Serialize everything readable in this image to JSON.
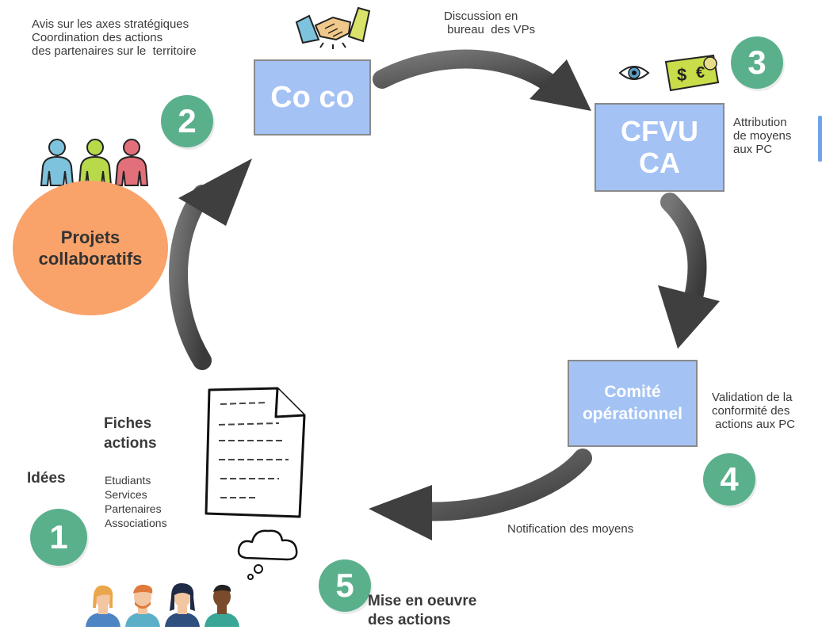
{
  "texts": {
    "avis": "Avis sur les axes stratégiques\nCoordination des actions\ndes partenaires sur le  territoire",
    "discussion": "Discussion en\n bureau  des VPs",
    "attribution": "Attribution\nde moyens\naux PC",
    "validation": "Validation de la\nconformité des\n actions aux PC",
    "notification": "Notification des moyens",
    "fiches": "Fiches\nactions",
    "idees": "Idées",
    "participants": "Etudiants\nServices\nPartenaires\nAssociations",
    "mise": "Mise en oeuvre\ndes actions"
  },
  "boxes": {
    "coco": "Co co",
    "cfvu": "CFVU\nCA",
    "comite": "Comité\nopérationnel"
  },
  "circle": {
    "label": "Projets\ncollaboratifs",
    "color": "#f9a36b"
  },
  "badges": {
    "b1": "1",
    "b2": "2",
    "b3": "3",
    "b4": "4",
    "b5": "5"
  },
  "colors": {
    "badge": "#5bb08c",
    "box": "#a4c2f4",
    "arrow": "#4a4a4a"
  }
}
